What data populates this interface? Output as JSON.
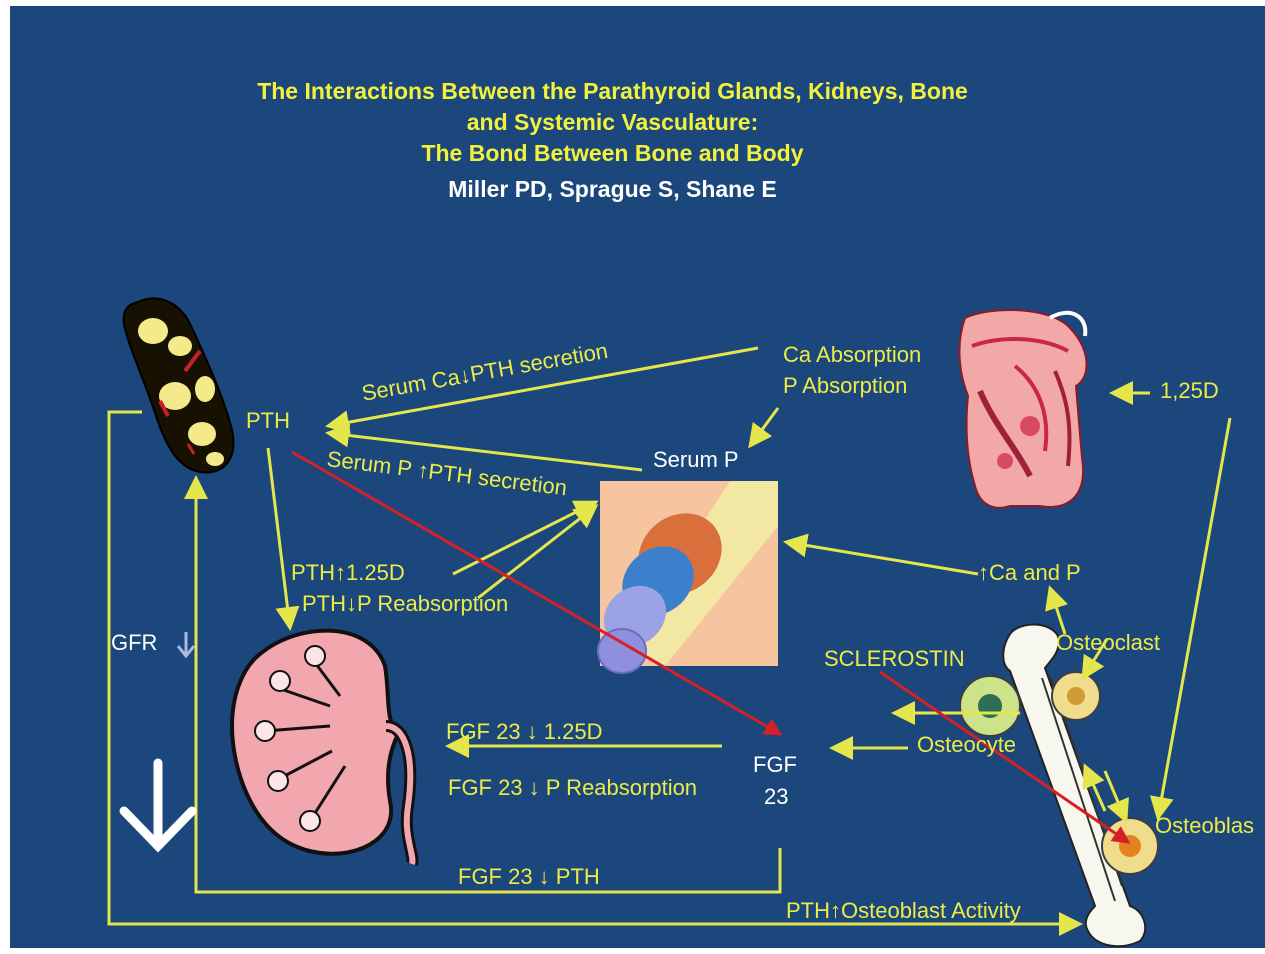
{
  "title": {
    "line1": "The Interactions Between the Parathyroid Glands, Kidneys, Bone",
    "line2": "and Systemic Vasculature:",
    "line3": "The Bond Between Bone and Body",
    "authors": "Miller PD, Sprague S, Shane E"
  },
  "labels": {
    "pth": "PTH",
    "serum_ca_pth": "Serum Ca↓PTH secretion",
    "serum_p_pth": "Serum P ↑PTH secretion",
    "ca_absorption": "Ca Absorption",
    "p_absorption": "P Absorption",
    "serum_p": "Serum P",
    "d125": "1,25D",
    "pth_125d": "PTH↑1.25D",
    "pth_p_reabsorption": "PTH↓P Reabsorption",
    "ca_and_p": "↑Ca and P",
    "osteoclast": "Osteoclast",
    "sclerostin": "SCLEROSTIN",
    "gfr": "GFR",
    "fgf23_125d": "FGF 23 ↓ 1.25D",
    "fgf23_p_reabsorption": "FGF 23 ↓ P Reabsorption",
    "fgf": "FGF",
    "fgf_23": "23",
    "osteocyte": "Osteocyte",
    "osteoblast": "Osteoblas",
    "fgf23_pth": "FGF 23 ↓ PTH",
    "pth_osteoblast_activity": "PTH↑Osteoblast Activity"
  },
  "colors": {
    "background": "#1c477c",
    "arrow_yellow": "#e4e64c",
    "arrow_red": "#d62028",
    "title_yellow": "#f2f23c"
  },
  "icons": [
    "parathyroid-gland-illustration",
    "gut-illustration",
    "blood-vessel-illustration",
    "kidney-illustration",
    "bone-illustration",
    "big-down-arrow-icon",
    "small-down-arrow-icon"
  ]
}
